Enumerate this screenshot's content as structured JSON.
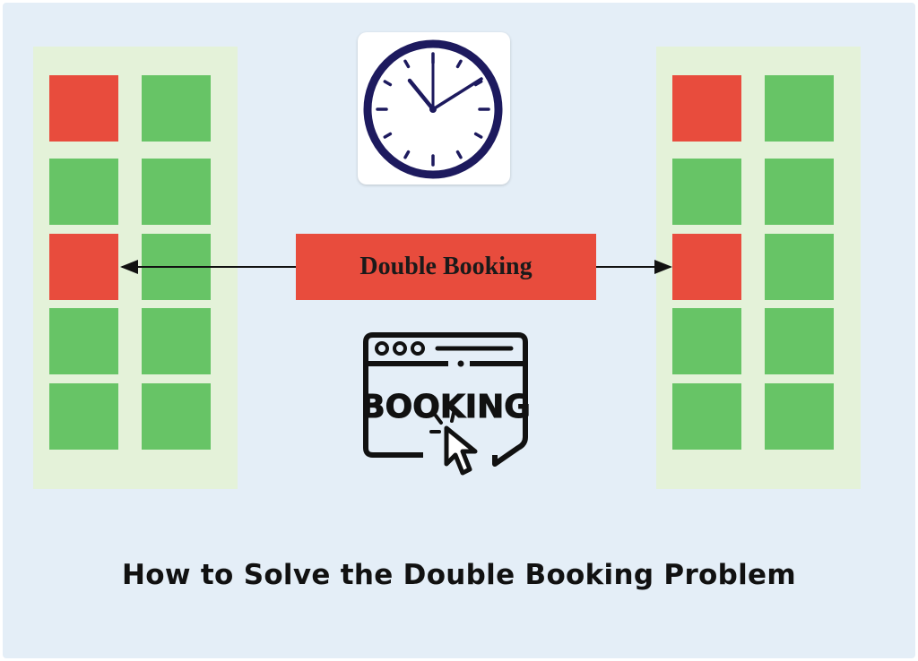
{
  "colors": {
    "background": "#e4eef7",
    "panel": "#e4f2d9",
    "booked_slot": "#e84c3d",
    "free_slot": "#67c466",
    "label_box": "#e84c3d",
    "clock_ring": "#1d1a5e"
  },
  "calendars": {
    "left": {
      "slots": [
        [
          "booked",
          "free"
        ],
        [
          "free",
          "free"
        ],
        [
          "booked",
          "free"
        ],
        [
          "free",
          "free"
        ],
        [
          "free",
          "free"
        ]
      ]
    },
    "right": {
      "slots": [
        [
          "booked",
          "free"
        ],
        [
          "free",
          "free"
        ],
        [
          "booked",
          "free"
        ],
        [
          "free",
          "free"
        ],
        [
          "free",
          "free"
        ]
      ]
    }
  },
  "center_label": "Double Booking",
  "booking_icon_text": "BOOKING",
  "icons": [
    "clock-icon",
    "booking-web-icon",
    "cursor-icon"
  ],
  "caption": "How to Solve the Double Booking Problem"
}
